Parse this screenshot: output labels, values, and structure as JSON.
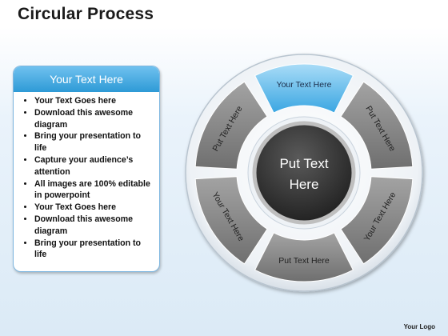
{
  "title": "Circular Process",
  "panel": {
    "heading": "Your Text Here",
    "bullets": [
      "Your Text Goes here",
      "Download this awesome diagram",
      "Bring your presentation to life",
      "Capture your audience’s attention",
      "All images are 100% editable in powerpoint",
      "Your Text Goes here",
      "Download this awesome diagram",
      "Bring your presentation to life"
    ]
  },
  "cycle": {
    "center_line1": "Put Text",
    "center_line2": "Here",
    "segments": [
      {
        "label": "Your Text Here",
        "highlighted": true
      },
      {
        "label": "Put Text Here",
        "highlighted": false
      },
      {
        "label": "Your Text Here",
        "highlighted": false
      },
      {
        "label": "Put Text Here",
        "highlighted": false
      },
      {
        "label": "Your Text Here",
        "highlighted": false
      },
      {
        "label": "Put Text Here",
        "highlighted": false
      }
    ]
  },
  "logo": "Your Logo",
  "colors": {
    "accent_blue": "#2e9ad6",
    "segment_gray": "#8a8a8a",
    "center_dark": "#2d2d2d"
  }
}
